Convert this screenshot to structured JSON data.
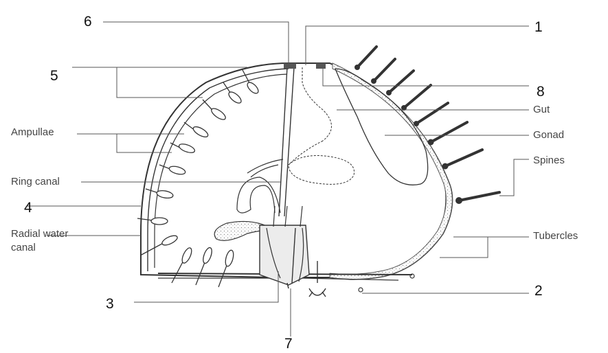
{
  "labels": {
    "n1": "1",
    "n2": "2",
    "n3": "3",
    "n4": "4",
    "n5": "5",
    "n6": "6",
    "n7": "7",
    "n8": "8",
    "gut": "Gut",
    "gonad": "Gonad",
    "spines": "Spines",
    "tubercles": "Tubercles",
    "ampullae": "Ampullae",
    "ring_canal": "Ring canal",
    "radial_water_canal_line1": "Radial water",
    "radial_water_canal_line2": "canal"
  },
  "colors": {
    "line": "#555555",
    "outline": "#333333",
    "fill_dark": "#4a4a4a",
    "stipple": "#9a9a9a",
    "background": "#ffffff"
  }
}
